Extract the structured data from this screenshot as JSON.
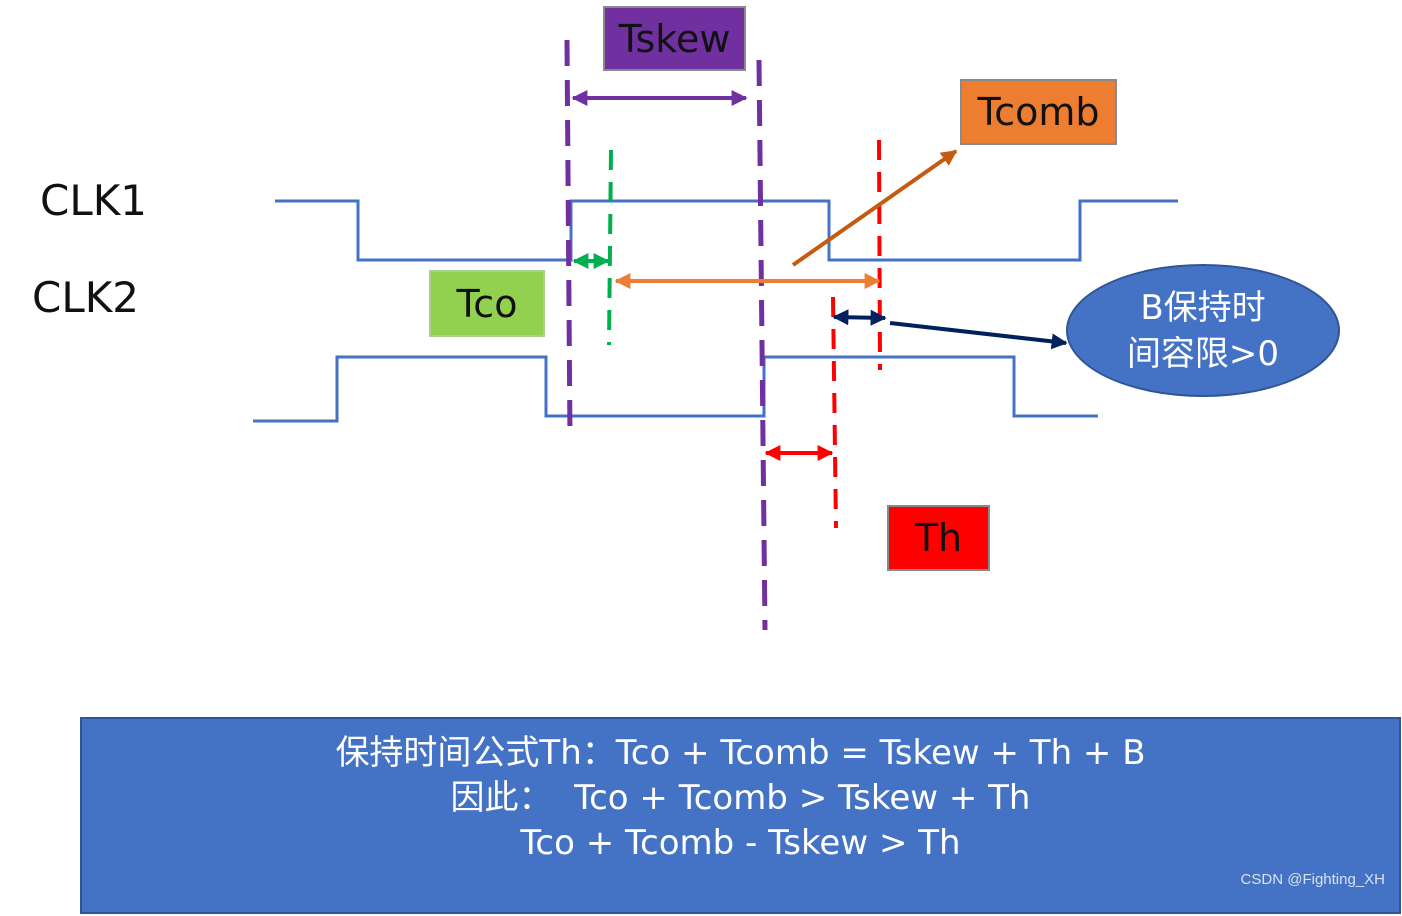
{
  "signals": {
    "clk1": "CLK1",
    "clk2": "CLK2"
  },
  "labels": {
    "tskew": "Tskew",
    "tcomb": "Tcomb",
    "tco": "Tco",
    "th": "Th"
  },
  "callout": {
    "line1": "B保持时",
    "line2": "间容限>0"
  },
  "formula": {
    "line1": "保持时间公式Th：Tco + Tcomb = Tskew + Th + B",
    "line2": "因此：  Tco + Tcomb > Tskew + Th",
    "line3": "Tco + Tcomb - Tskew > Th"
  },
  "watermark": "CSDN @Fighting_XH",
  "colors": {
    "waveform": "#4472c4",
    "tskew": "#7030a0",
    "tcomb": "#ed7d31",
    "tcomb_arrow": "#c55a11",
    "tco": "#92d050",
    "tco_marker": "#00b050",
    "th": "#ff0000",
    "hold_margin": "#002060",
    "callout_fill": "#4472c4",
    "formula_fill": "#4472c4"
  }
}
